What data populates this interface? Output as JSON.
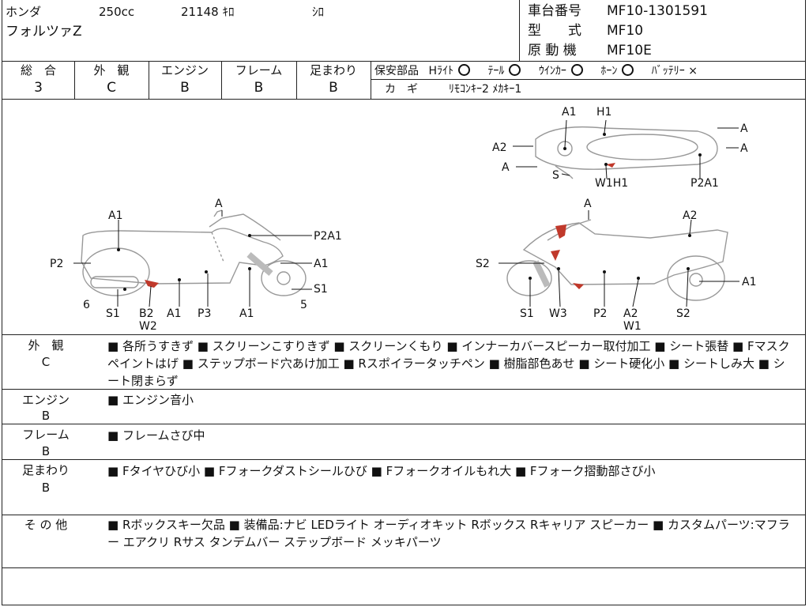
{
  "header": {
    "maker": "ホンダ",
    "displacement": "250cc",
    "mileage": "21148 ｷﾛ",
    "color": "ｼﾛ",
    "model_name": "フォルツァZ",
    "frame_no_label": "車台番号",
    "frame_no": "MF10-1301591",
    "type_label": "型　　式",
    "type": "MF10",
    "engine_label": "原 動 機",
    "engine": "MF10E"
  },
  "grades": {
    "overall_label": "総　合",
    "overall": "3",
    "exterior_label": "外　観",
    "exterior": "C",
    "engine_label": "エンジン",
    "engine": "B",
    "frame_label": "フレーム",
    "frame": "B",
    "suspension_label": "足まわり",
    "suspension": "B"
  },
  "safety": {
    "label": "保安部品",
    "headlight": "Hﾗｲﾄ",
    "tail": "ﾃｰﾙ",
    "winker": "ｳｲﾝｶｰ",
    "horn": "ﾎｰﾝ",
    "battery": "ﾊﾞｯﾃﾘｰ",
    "battery_mark": "×",
    "key_label": "カ　ギ",
    "key_value": "ﾘﾓｺﾝｷｰ2 ﾒｶｷｰ1"
  },
  "diagram": {
    "top": [
      "A1",
      "H1",
      "A",
      "A2",
      "A",
      "A",
      "S",
      "W1H1",
      "P2A1"
    ],
    "left": [
      "A",
      "A1",
      "P2A1",
      "P2",
      "A1",
      "S1",
      "6",
      "5",
      "S1",
      "B2",
      "W2",
      "A1",
      "P3",
      "A1"
    ],
    "right": [
      "A",
      "A2",
      "S2",
      "A1",
      "S1",
      "W3",
      "P2",
      "A2",
      "W1",
      "S2"
    ]
  },
  "notes": [
    {
      "label": "外　観",
      "grade": "C",
      "text": "■ 各所うすきず ■ スクリーンこすりきず ■ スクリーンくもり ■ インナーカバースピーカー取付加工 ■ シート張替 ■ Fマスクペイントはげ ■ ステップボード穴あけ加工 ■ Rスポイラータッチペン ■ 樹脂部色あせ ■ シート硬化小 ■ シートしみ大 ■ シート閉まらず"
    },
    {
      "label": "エンジン",
      "grade": "B",
      "text": "■ エンジン音小"
    },
    {
      "label": "フレーム",
      "grade": "B",
      "text": "■ フレームさび中"
    },
    {
      "label": "足まわり",
      "grade": "B",
      "text": "■ Fタイヤひび小 ■ Fフォークダストシールひび ■ Fフォークオイルもれ大 ■ Fフォーク摺動部さび小"
    },
    {
      "label": "そ の 他",
      "grade": "",
      "text": "■ Rボックスキー欠品 ■ 装備品:ナビ LEDライト オーディオキット Rボックス Rキャリア スピーカー ■ カスタムパーツ:マフラー エアクリ Rサス タンデムバー ステップボード メッキパーツ"
    }
  ]
}
